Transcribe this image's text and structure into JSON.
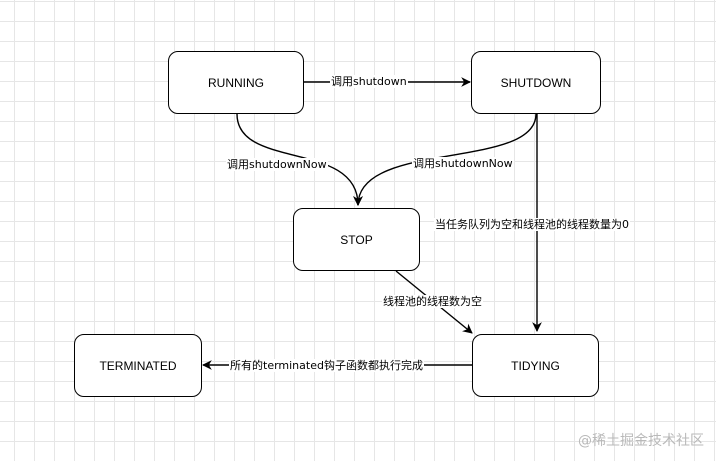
{
  "states": {
    "running": "RUNNING",
    "shutdown": "SHUTDOWN",
    "stop": "STOP",
    "tidying": "TIDYING",
    "terminated": "TERMINATED"
  },
  "transitions": {
    "running_to_shutdown": "调用shutdown",
    "running_to_stop": "调用shutdownNow",
    "shutdown_to_stop": "调用shutdownNow",
    "shutdown_to_tidying": "当任务队列为空和线程池的线程数量为0",
    "stop_to_tidying": "线程池的线程数为空",
    "tidying_to_terminated": "所有的terminated钩子函数都执行完成"
  },
  "watermark": "@稀土掘金技术社区",
  "colors": {
    "stroke": "#000000",
    "grid": "#e6e6e6",
    "background": "#ffffff"
  }
}
